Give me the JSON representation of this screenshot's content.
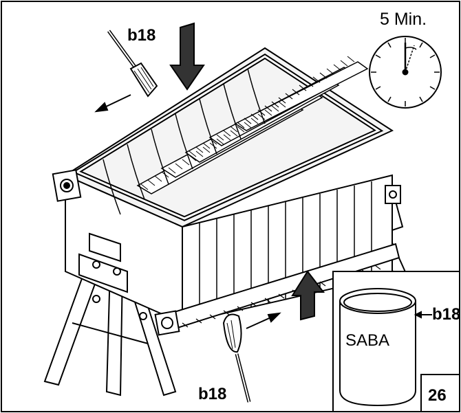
{
  "figure": {
    "time_label": "5 Min.",
    "part_label_top": "b18",
    "part_label_bottom": "b18",
    "part_label_can": "b18",
    "can_text": "SABA",
    "step_number": "26"
  }
}
